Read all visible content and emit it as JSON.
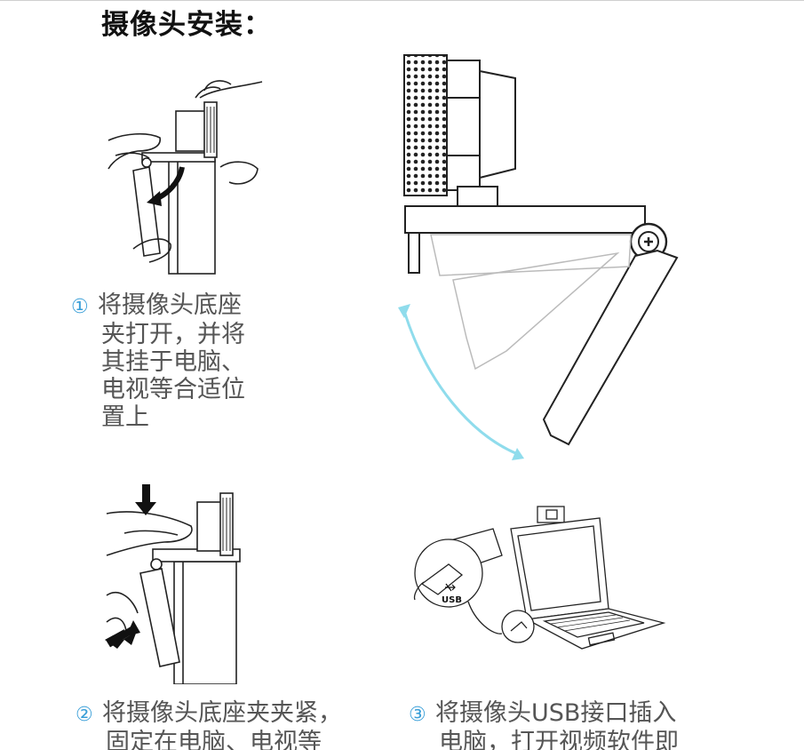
{
  "title": "摄像头安装：",
  "steps": [
    {
      "num": "①",
      "lines": [
        "将摄像头底座",
        "夹打开，并将",
        "其挂于电脑、",
        "电视等合适位",
        "置上"
      ]
    },
    {
      "num": "②",
      "lines": [
        "将摄像头底座夹夹紧，",
        "固定在电脑、电视等"
      ]
    },
    {
      "num": "③",
      "lines": [
        "将摄像头USB接口插入",
        "电脑，打开视频软件即"
      ]
    }
  ],
  "usb_label": "USB",
  "colors": {
    "accent": "#3a9fd8",
    "arrow_arc": "#8fdcec",
    "line": "#222222"
  }
}
